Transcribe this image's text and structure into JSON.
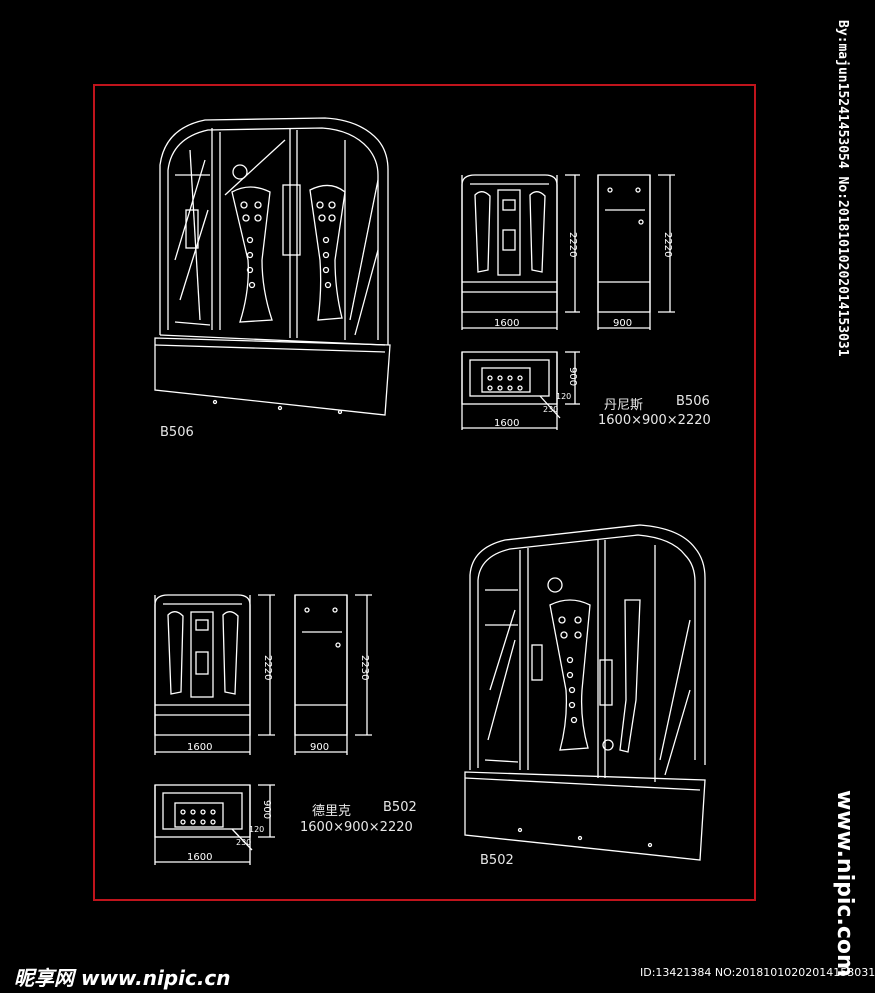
{
  "colors": {
    "background": "#000000",
    "frame": "#c0141c",
    "line": "#ffffff"
  },
  "product_b506": {
    "tag": "B506",
    "name": "丹尼斯",
    "code": "B506",
    "size": "1600×900×2220",
    "front_width": "1600",
    "front_height": "2220",
    "side_width": "900",
    "side_height": "2220",
    "plan_width": "1600",
    "plan_depth": "900",
    "plan_small_a": "230",
    "plan_small_b": "120"
  },
  "product_b502": {
    "tag": "B502",
    "name": "德里克",
    "code": "B502",
    "size": "1600×900×2220",
    "front_width": "1600",
    "front_height": "2220",
    "side_width": "900",
    "side_height": "2230",
    "plan_width": "1600",
    "plan_depth": "900",
    "plan_small_a": "230",
    "plan_small_b": "120"
  },
  "watermark": {
    "side_text": "By:majun15241453054 No:20181010202014153031",
    "site_text": "www.nipic.com",
    "bottom_brand": "昵享网 www.nipic.cn",
    "bottom_id": "ID:13421384 NO:20181010202014153031"
  }
}
